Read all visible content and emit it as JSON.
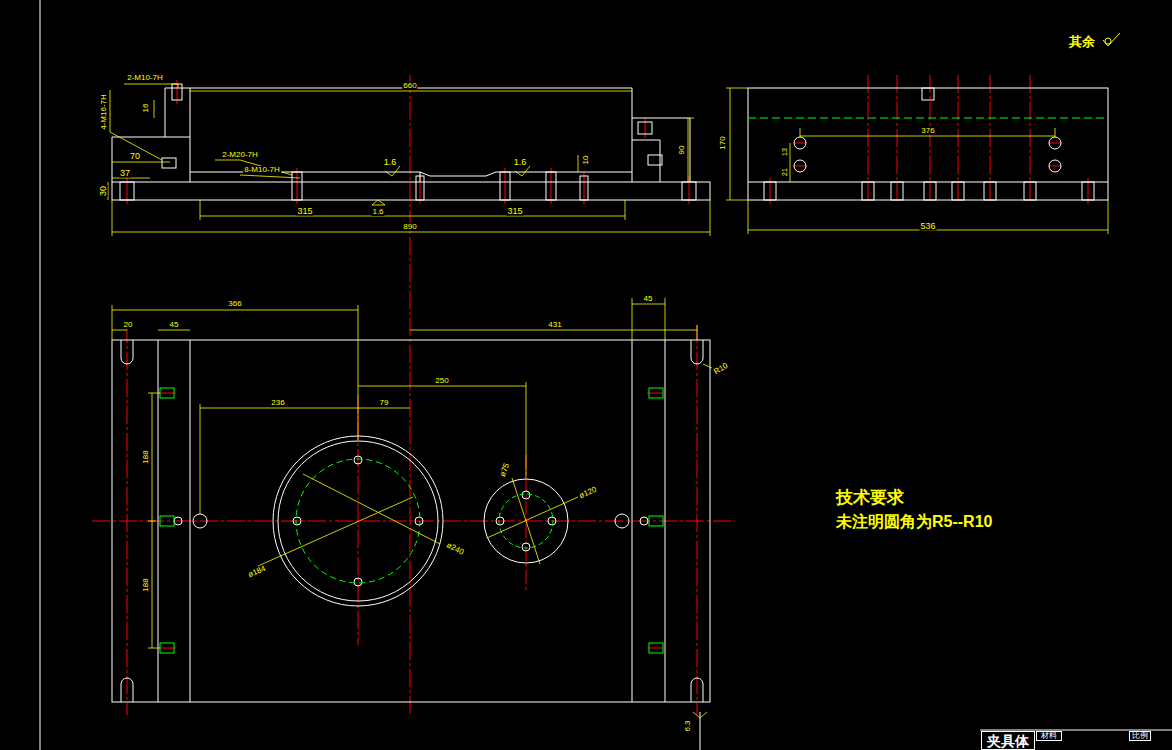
{
  "diagram": {
    "nodes": [
      {
        "text": [
          "夹具体"
        ]
      },
      {
        "text": [
          "材料"
        ]
      },
      {
        "text": [
          "比例"
        ]
      }
    ],
    "labels": [
      "其余",
      "2-M10-7H",
      "4-M16-7H",
      "660",
      "16",
      "70",
      "37",
      "30",
      "2-M20-7H",
      "8-M10-7H",
      "1.6",
      "1.6",
      "10",
      "90",
      "315",
      "1.6",
      "315",
      "890",
      "170",
      "376",
      "13",
      "21",
      "536",
      "366",
      "45",
      "20",
      "45",
      "431",
      "R10",
      "236",
      "79",
      "250",
      "188",
      "188",
      "ø184",
      "ø240",
      "ø75",
      "ø120",
      "6.3",
      "技术要求",
      "未注明圆角为R5--R10"
    ]
  }
}
